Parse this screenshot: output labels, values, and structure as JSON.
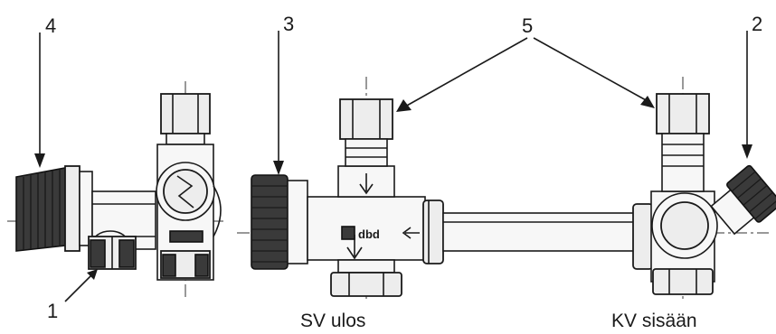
{
  "callouts": {
    "c1": "1",
    "c2": "2",
    "c3": "3",
    "c4": "4",
    "c5": "5"
  },
  "captions": {
    "sv": "SV ulos",
    "kv": "KV sisään"
  },
  "valve_mark": "dbd"
}
